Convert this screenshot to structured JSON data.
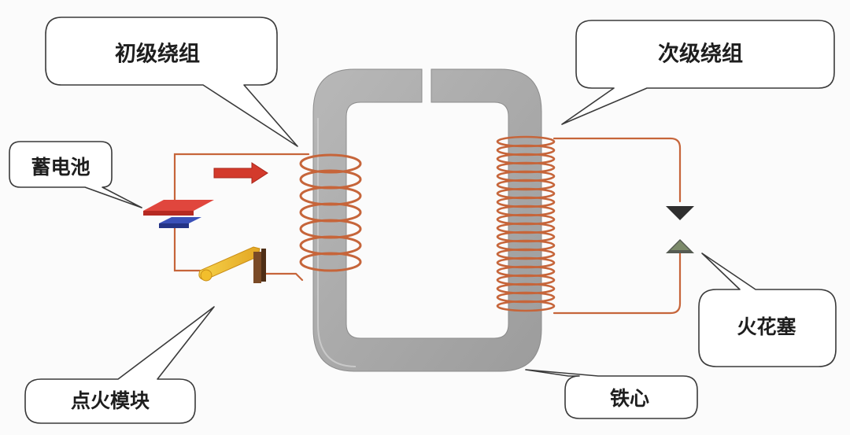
{
  "labels": {
    "primary_winding": "初级绕组",
    "secondary_winding": "次级绕组",
    "battery": "蓄电池",
    "spark_plug": "火花塞",
    "ignition_module": "点火模块",
    "iron_core": "铁心"
  },
  "colors": {
    "copper_wire": "#c6653a",
    "iron_core": "#a9a9a9",
    "battery_positive": "#d2322b",
    "battery_negative": "#2a3d9c",
    "current_arrow": "#d33a2c",
    "contact_arm": "#f2be2c",
    "electrode": "#333333"
  },
  "icons": [
    "current-arrow-icon",
    "battery-icon",
    "spark-electrode-icon"
  ]
}
